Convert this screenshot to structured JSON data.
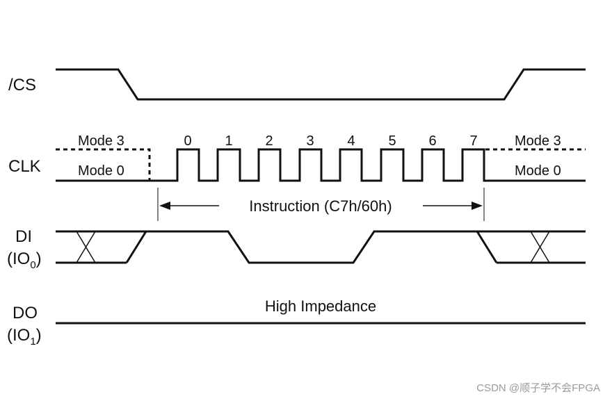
{
  "signals": {
    "cs": {
      "name": "/CS"
    },
    "clk": {
      "name": "CLK"
    },
    "di": {
      "name": "DI",
      "io_prefix": "(IO",
      "io_index": "0",
      "io_suffix": ")"
    },
    "do": {
      "name": "DO",
      "io_prefix": "(IO",
      "io_index": "1",
      "io_suffix": ")"
    }
  },
  "clk_modes": {
    "left_high": "Mode 3",
    "left_low": "Mode 0",
    "right_high": "Mode 3",
    "right_low": "Mode 0"
  },
  "bit_labels": [
    "0",
    "1",
    "2",
    "3",
    "4",
    "5",
    "6",
    "7"
  ],
  "instruction_label": "Instruction (C7h/60h)",
  "do_state_label": "High Impedance",
  "watermark": "CSDN @顺子学不会FPGA"
}
